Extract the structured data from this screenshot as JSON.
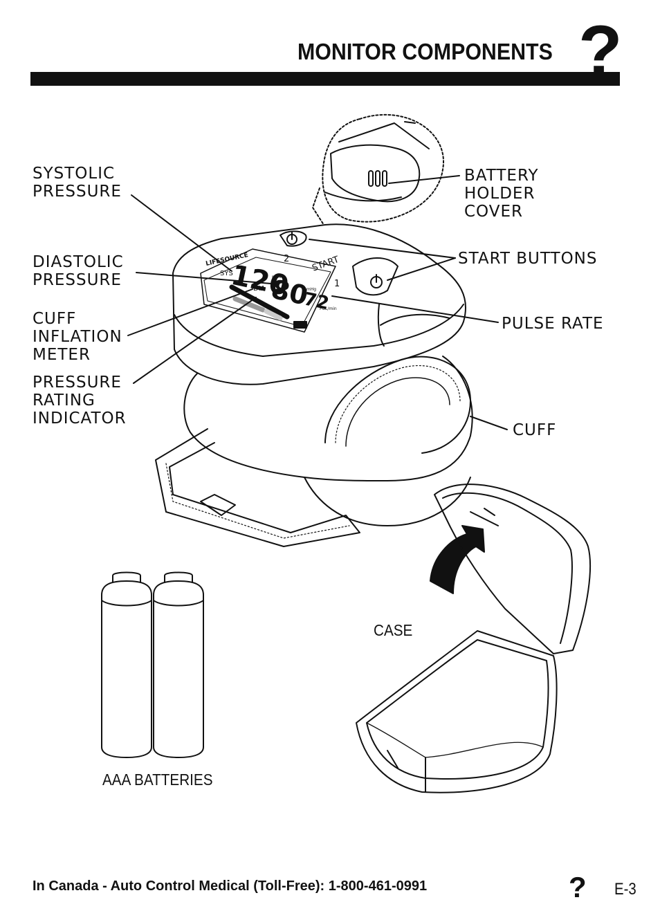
{
  "header": {
    "title": "MONITOR COMPONENTS",
    "icon": "question-mark-icon",
    "icon_glyph": "?"
  },
  "labels": {
    "systolic": "SYSTOLIC\nPRESSURE",
    "diastolic": "DIASTOLIC\nPRESSURE",
    "cuff_meter": "CUFF\nINFLATION\nMETER",
    "pressure_rating": "PRESSURE\nRATING\nINDICATOR",
    "battery_cover": "BATTERY\nHOLDER\nCOVER",
    "start_buttons": "START BUTTONS",
    "pulse_rate": "PULSE RATE",
    "cuff": "CUFF"
  },
  "display": {
    "brand": "LIFESOURCE",
    "sys": "SYS",
    "dia": "DIA",
    "sys_value": "120",
    "dia_value": "80",
    "pulse_value": "72",
    "unit": "mmHg",
    "pulse_unit": "PUL/min",
    "start": "START",
    "btn1": "1",
    "btn2": "2"
  },
  "captions": {
    "case": "CASE",
    "batteries": "AAA BATTERIES"
  },
  "footer": {
    "text": "In Canada - Auto Control Medical (Toll-Free): 1-800-461-0991",
    "page": "E-3",
    "icon_glyph": "?"
  }
}
